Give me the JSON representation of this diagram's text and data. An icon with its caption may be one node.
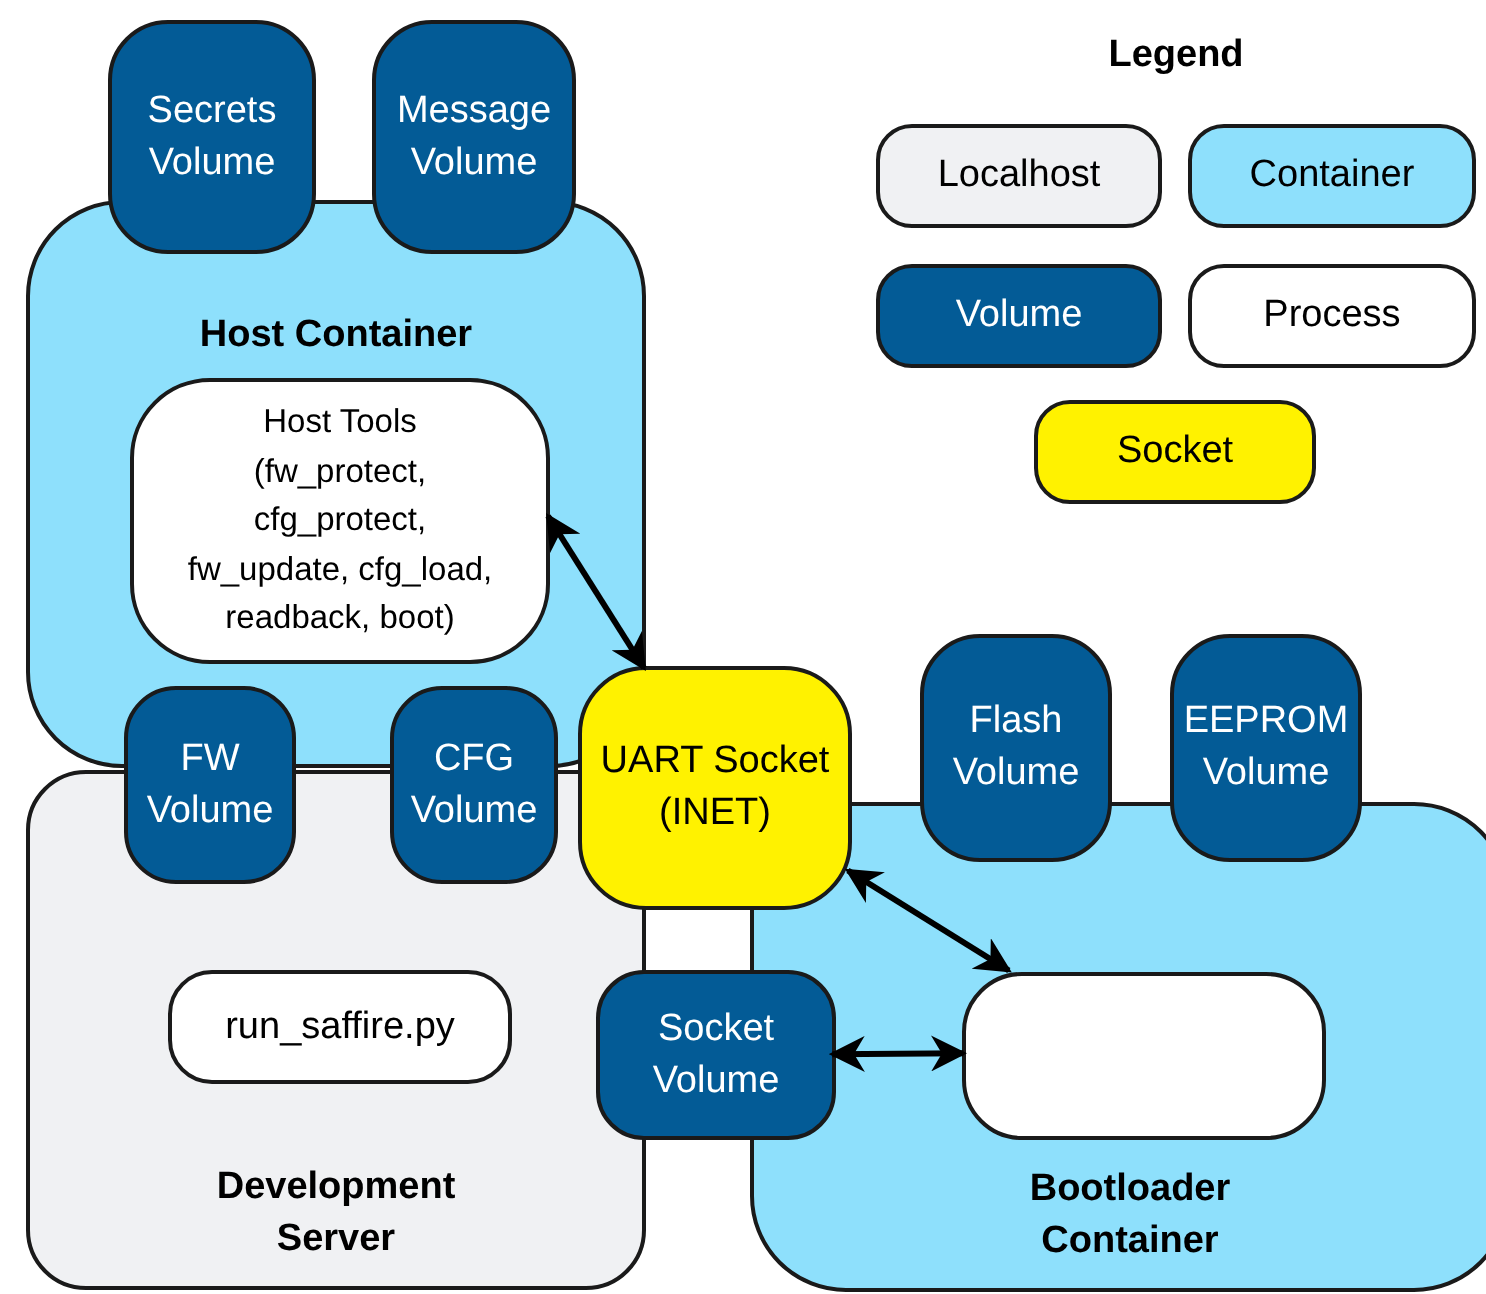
{
  "diagram": {
    "nodes": [
      {
        "text": [
          "Host Container"
        ]
      },
      {
        "text": [
          "Secrets Volume"
        ]
      },
      {
        "text": [
          "Message Volume"
        ]
      },
      {
        "text": [
          "Host Tools (fw_protect, cfg_protect, fw_update, cfg_load, readback, boot)"
        ],
        "in": 0
      },
      {
        "text": [
          "Development Server"
        ]
      },
      {
        "text": [
          "FW Volume"
        ]
      },
      {
        "text": [
          "CFG Volume"
        ]
      },
      {
        "text": [
          "run_saffire.py"
        ],
        "in": 4
      },
      {
        "text": [
          "UART Socket (INET)"
        ]
      },
      {
        "text": [
          "Bootloader Container"
        ]
      },
      {
        "text": [
          "Flash Volume"
        ]
      },
      {
        "text": [
          "EEPROM Volume"
        ]
      },
      {
        "text": [
          "Socket Volume"
        ]
      },
      {
        "text": [],
        "shape": "box",
        "in": 9
      }
    ],
    "edges": [
      {
        "from": 3,
        "to": 8,
        "arrow": "both"
      },
      {
        "from": 8,
        "to": 13,
        "arrow": "both"
      },
      {
        "from": 12,
        "to": 13,
        "arrow": "both"
      }
    ],
    "labels": [
      "Legend"
    ],
    "legend": [
      {
        "text": "Localhost",
        "color": "#f0f1f3"
      },
      {
        "text": "Container",
        "color": "#8ee0fc"
      },
      {
        "text": "Volume",
        "color": "#035b96"
      },
      {
        "text": "Process",
        "color": "#ffffff"
      },
      {
        "text": "Socket",
        "color": "#fff200"
      }
    ]
  }
}
